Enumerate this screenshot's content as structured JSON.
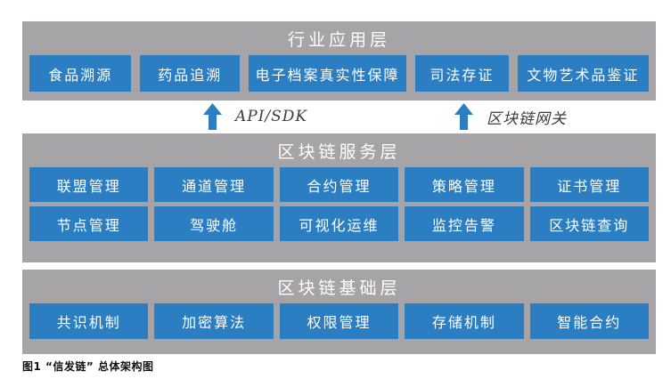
{
  "figure": {
    "caption": "图1 “信发链” 总体架构图",
    "colors": {
      "box_blue": "#2b7ec2",
      "band_gray": "#a6a4a7"
    },
    "layers": {
      "application": {
        "title": "行业应用层",
        "boxes": [
          "食品溯源",
          "药品追溯",
          "电子档案真实性保障",
          "司法存证",
          "文物艺术品鉴证"
        ]
      },
      "service": {
        "title": "区块链服务层",
        "row1": [
          "联盟管理",
          "通道管理",
          "合约管理",
          "策略管理",
          "证书管理"
        ],
        "row2": [
          "节点管理",
          "驾驶舱",
          "可视化运维",
          "监控告警",
          "区块链查询"
        ]
      },
      "foundation": {
        "title": "区块链基础层",
        "boxes": [
          "共识机制",
          "加密算法",
          "权限管理",
          "存储机制",
          "智能合约"
        ]
      }
    },
    "connectors": {
      "api_sdk": {
        "label": "API/SDK"
      },
      "gateway": {
        "label": "区块链网关"
      }
    }
  }
}
